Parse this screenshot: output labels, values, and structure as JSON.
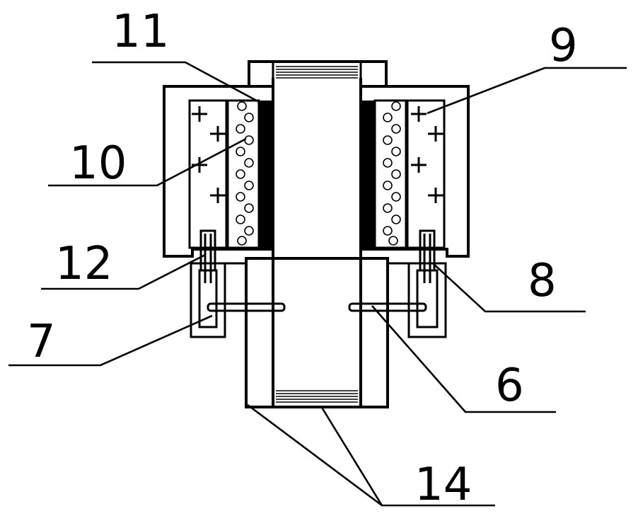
{
  "labels": {
    "l11": "11",
    "l9": "9",
    "l10": "10",
    "l12": "12",
    "l8": "8",
    "l7": "7",
    "l6": "6",
    "l14": "14"
  },
  "colors": {
    "ink": "#000000",
    "background": "#ffffff"
  }
}
